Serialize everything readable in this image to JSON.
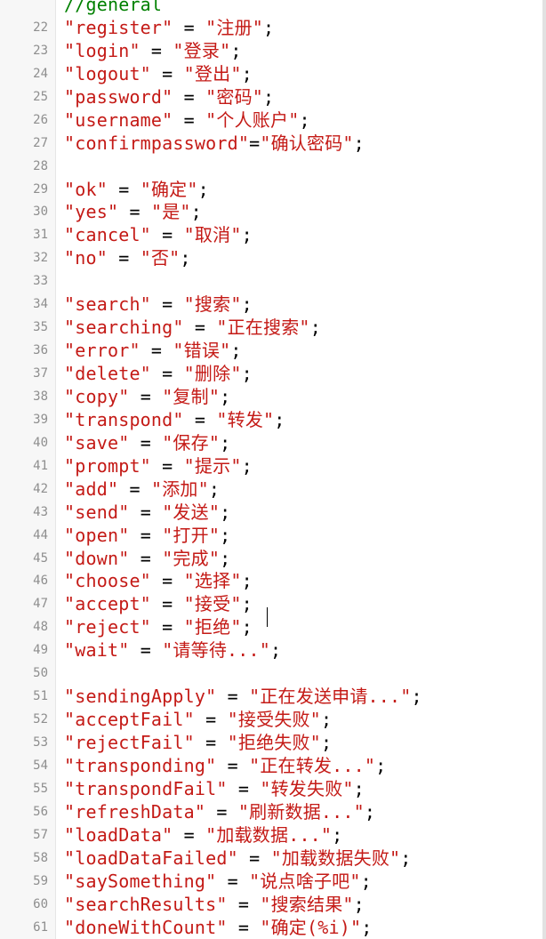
{
  "editor": {
    "top_partial_comment": "//general",
    "lines": [
      {
        "n": "",
        "key": "",
        "val": "",
        "comment": true
      },
      {
        "n": "22",
        "key": "\"register\"",
        "eq": " = ",
        "val": "\"注册\"",
        "end": ";"
      },
      {
        "n": "23",
        "key": "\"login\"",
        "eq": " = ",
        "val": "\"登录\"",
        "end": ";"
      },
      {
        "n": "24",
        "key": "\"logout\"",
        "eq": " = ",
        "val": "\"登出\"",
        "end": ";"
      },
      {
        "n": "25",
        "key": "\"password\"",
        "eq": " = ",
        "val": "\"密码\"",
        "end": ";"
      },
      {
        "n": "26",
        "key": "\"username\"",
        "eq": " = ",
        "val": "\"个人账户\"",
        "end": ";"
      },
      {
        "n": "27",
        "key": "\"confirmpassword\"",
        "eq": "=",
        "val": "\"确认密码\"",
        "end": ";"
      },
      {
        "n": "28",
        "key": "",
        "eq": "",
        "val": "",
        "end": ""
      },
      {
        "n": "29",
        "key": "\"ok\"",
        "eq": " = ",
        "val": "\"确定\"",
        "end": ";"
      },
      {
        "n": "30",
        "key": "\"yes\"",
        "eq": " = ",
        "val": "\"是\"",
        "end": ";"
      },
      {
        "n": "31",
        "key": "\"cancel\"",
        "eq": " = ",
        "val": "\"取消\"",
        "end": ";"
      },
      {
        "n": "32",
        "key": "\"no\"",
        "eq": " = ",
        "val": "\"否\"",
        "end": ";"
      },
      {
        "n": "33",
        "key": "",
        "eq": "",
        "val": "",
        "end": ""
      },
      {
        "n": "34",
        "key": "\"search\"",
        "eq": " = ",
        "val": "\"搜索\"",
        "end": ";"
      },
      {
        "n": "35",
        "key": "\"searching\"",
        "eq": " = ",
        "val": "\"正在搜索\"",
        "end": ";"
      },
      {
        "n": "36",
        "key": "\"error\"",
        "eq": " = ",
        "val": "\"错误\"",
        "end": ";"
      },
      {
        "n": "37",
        "key": "\"delete\"",
        "eq": " = ",
        "val": "\"删除\"",
        "end": ";"
      },
      {
        "n": "38",
        "key": "\"copy\"",
        "eq": " = ",
        "val": "\"复制\"",
        "end": ";"
      },
      {
        "n": "39",
        "key": "\"transpond\"",
        "eq": " = ",
        "val": "\"转发\"",
        "end": ";"
      },
      {
        "n": "40",
        "key": "\"save\"",
        "eq": " = ",
        "val": "\"保存\"",
        "end": ";"
      },
      {
        "n": "41",
        "key": "\"prompt\"",
        "eq": " = ",
        "val": "\"提示\"",
        "end": ";"
      },
      {
        "n": "42",
        "key": "\"add\"",
        "eq": " = ",
        "val": "\"添加\"",
        "end": ";"
      },
      {
        "n": "43",
        "key": "\"send\"",
        "eq": " = ",
        "val": "\"发送\"",
        "end": ";"
      },
      {
        "n": "44",
        "key": "\"open\"",
        "eq": " = ",
        "val": "\"打开\"",
        "end": ";"
      },
      {
        "n": "45",
        "key": "\"down\"",
        "eq": " = ",
        "val": "\"完成\"",
        "end": ";"
      },
      {
        "n": "46",
        "key": "\"choose\"",
        "eq": " = ",
        "val": "\"选择\"",
        "end": ";"
      },
      {
        "n": "47",
        "key": "\"accept\"",
        "eq": " = ",
        "val": "\"接受\"",
        "end": ";"
      },
      {
        "n": "48",
        "key": "\"reject\"",
        "eq": " = ",
        "val": "\"拒绝\"",
        "end": ";"
      },
      {
        "n": "49",
        "key": "\"wait\"",
        "eq": " = ",
        "val": "\"请等待...\"",
        "end": ";"
      },
      {
        "n": "50",
        "key": "",
        "eq": "",
        "val": "",
        "end": ""
      },
      {
        "n": "51",
        "key": "\"sendingApply\"",
        "eq": " = ",
        "val": "\"正在发送申请...\"",
        "end": ";"
      },
      {
        "n": "52",
        "key": "\"acceptFail\"",
        "eq": " = ",
        "val": "\"接受失败\"",
        "end": ";"
      },
      {
        "n": "53",
        "key": "\"rejectFail\"",
        "eq": " = ",
        "val": "\"拒绝失败\"",
        "end": ";"
      },
      {
        "n": "54",
        "key": "\"transponding\"",
        "eq": " = ",
        "val": "\"正在转发...\"",
        "end": ";"
      },
      {
        "n": "55",
        "key": "\"transpondFail\"",
        "eq": " = ",
        "val": "\"转发失败\"",
        "end": ";"
      },
      {
        "n": "56",
        "key": "\"refreshData\"",
        "eq": " = ",
        "val": "\"刷新数据...\"",
        "end": ";"
      },
      {
        "n": "57",
        "key": "\"loadData\"",
        "eq": " = ",
        "val": "\"加载数据...\"",
        "end": ";"
      },
      {
        "n": "58",
        "key": "\"loadDataFailed\"",
        "eq": " = ",
        "val": "\"加载数据失败\"",
        "end": ";"
      },
      {
        "n": "59",
        "key": "\"saySomething\"",
        "eq": " = ",
        "val": "\"说点啥子吧\"",
        "end": ";"
      },
      {
        "n": "60",
        "key": "\"searchResults\"",
        "eq": " = ",
        "val": "\"搜索结果\"",
        "end": ";"
      },
      {
        "n": "61",
        "key": "\"doneWithCount\"",
        "eq": " = ",
        "val": "\"确定(%i)\"",
        "end": ";"
      }
    ]
  },
  "colors": {
    "string": "#c41a16",
    "comment": "#008000",
    "line_number": "#8e8e8e",
    "gutter_bg": "#f7f7f7"
  }
}
